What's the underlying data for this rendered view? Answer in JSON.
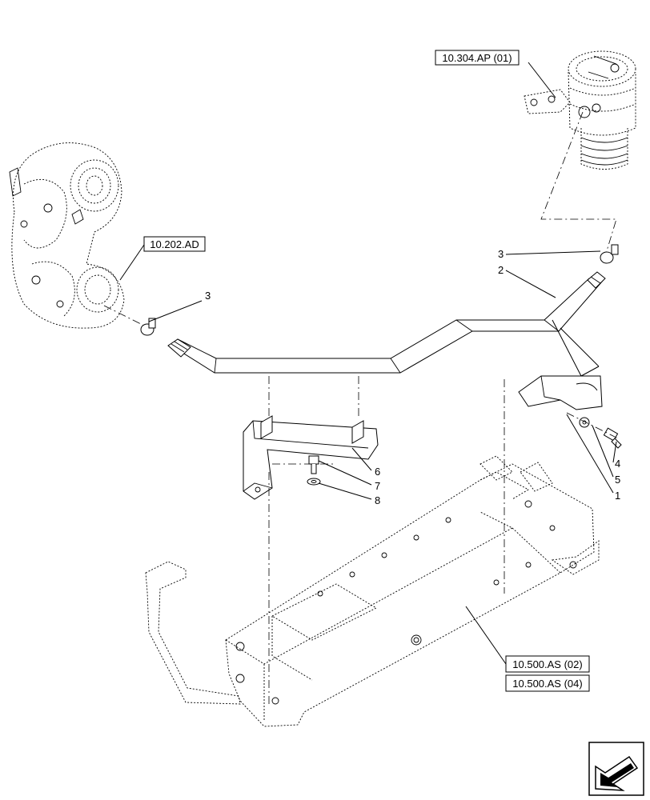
{
  "references": {
    "air_cleaner": "10.304.AP (01)",
    "turbocharger": "10.202.AD",
    "frame_1": "10.500.AS (02)",
    "frame_2": "10.500.AS (04)"
  },
  "callouts": {
    "c1": "1",
    "c2": "2",
    "c3a": "3",
    "c3b": "3",
    "c4": "4",
    "c5": "5",
    "c6": "6",
    "c7": "7",
    "c8": "8"
  },
  "icons": {
    "nav": "previous-page-arrow-icon"
  }
}
